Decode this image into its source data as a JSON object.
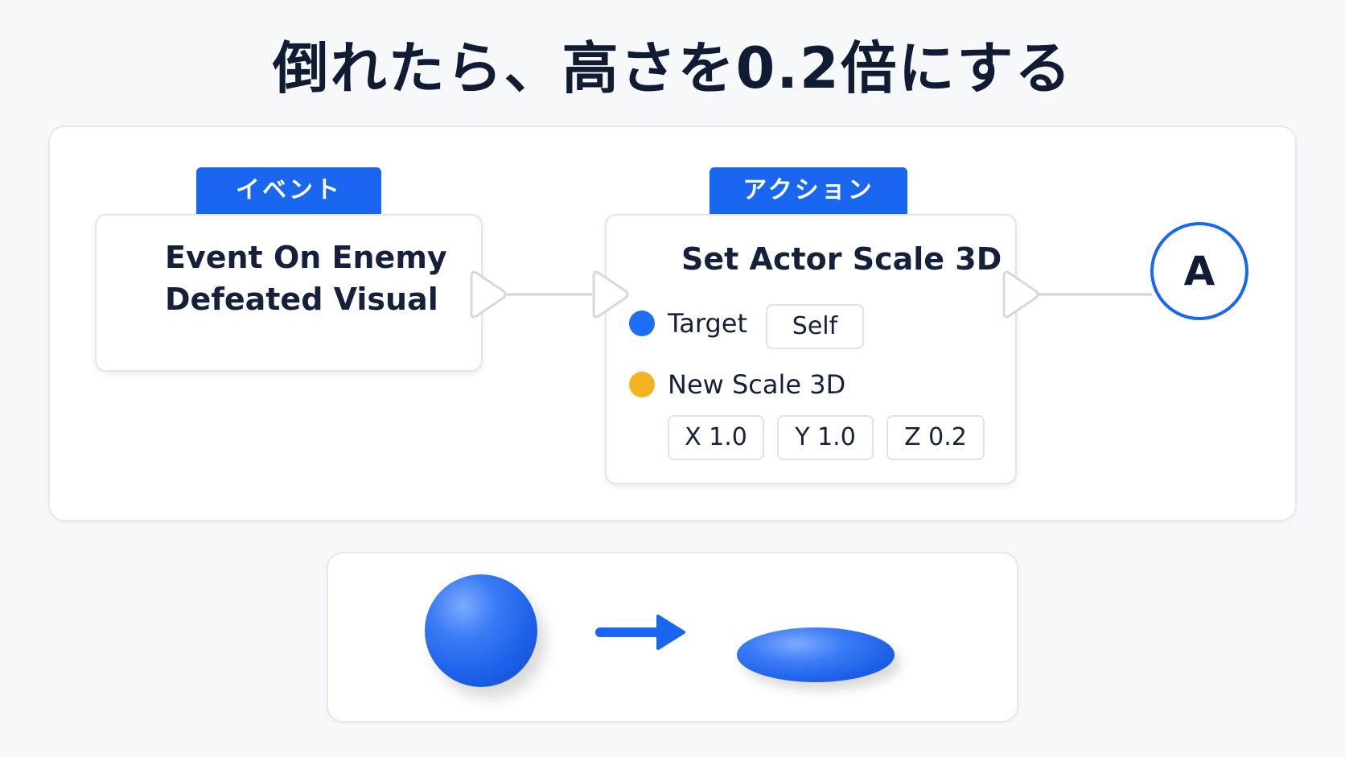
{
  "title": "倒れたら、高さを0.2倍にする",
  "event_node": {
    "tag": "イベント",
    "title_line1": "Event On Enemy",
    "title_line2": "Defeated Visual"
  },
  "action_node": {
    "tag": "アクション",
    "title": "Set Actor Scale 3D",
    "target_label": "Target",
    "target_value": "Self",
    "scale_label": "New Scale 3D",
    "x_value": "X 1.0",
    "y_value": "Y 1.0",
    "z_value": "Z 0.2"
  },
  "connector_label": "A",
  "colors": {
    "accent": "#1967f0",
    "target_pin": "#1d6ef5",
    "scale_pin": "#f5b324",
    "title": "#0f1c33"
  },
  "icons": {
    "exec_pin": "triangle-outline",
    "transform_arrow": "arrow-right"
  }
}
